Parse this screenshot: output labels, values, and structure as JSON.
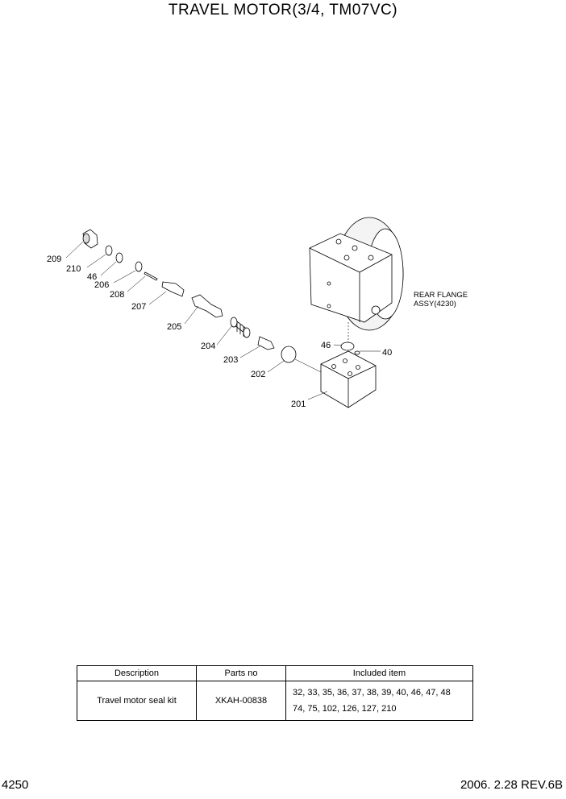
{
  "title": "TRAVEL MOTOR(3/4, TM07VC)",
  "callouts": {
    "c209": "209",
    "c210": "210",
    "c46a": "46",
    "c206": "206",
    "c208": "208",
    "c207": "207",
    "c205": "205",
    "c204": "204",
    "c203": "203",
    "c202": "202",
    "c201": "201",
    "c46b": "46",
    "c40": "40"
  },
  "rear_flange_note": [
    "REAR FLANGE",
    "ASSY(4230)"
  ],
  "kit_table": {
    "headers": [
      "Description",
      "Parts no",
      "Included item"
    ],
    "rows": [
      {
        "description": "Travel motor seal kit",
        "parts_no": "XKAH-00838",
        "included_line1": "32, 33, 35, 36, 37, 38, 39, 40, 46, 47, 48",
        "included_line2": "74, 75, 102, 126, 127, 210"
      }
    ]
  },
  "footer": {
    "page_number": "4250",
    "revision": "2006. 2.28  REV.6B"
  }
}
